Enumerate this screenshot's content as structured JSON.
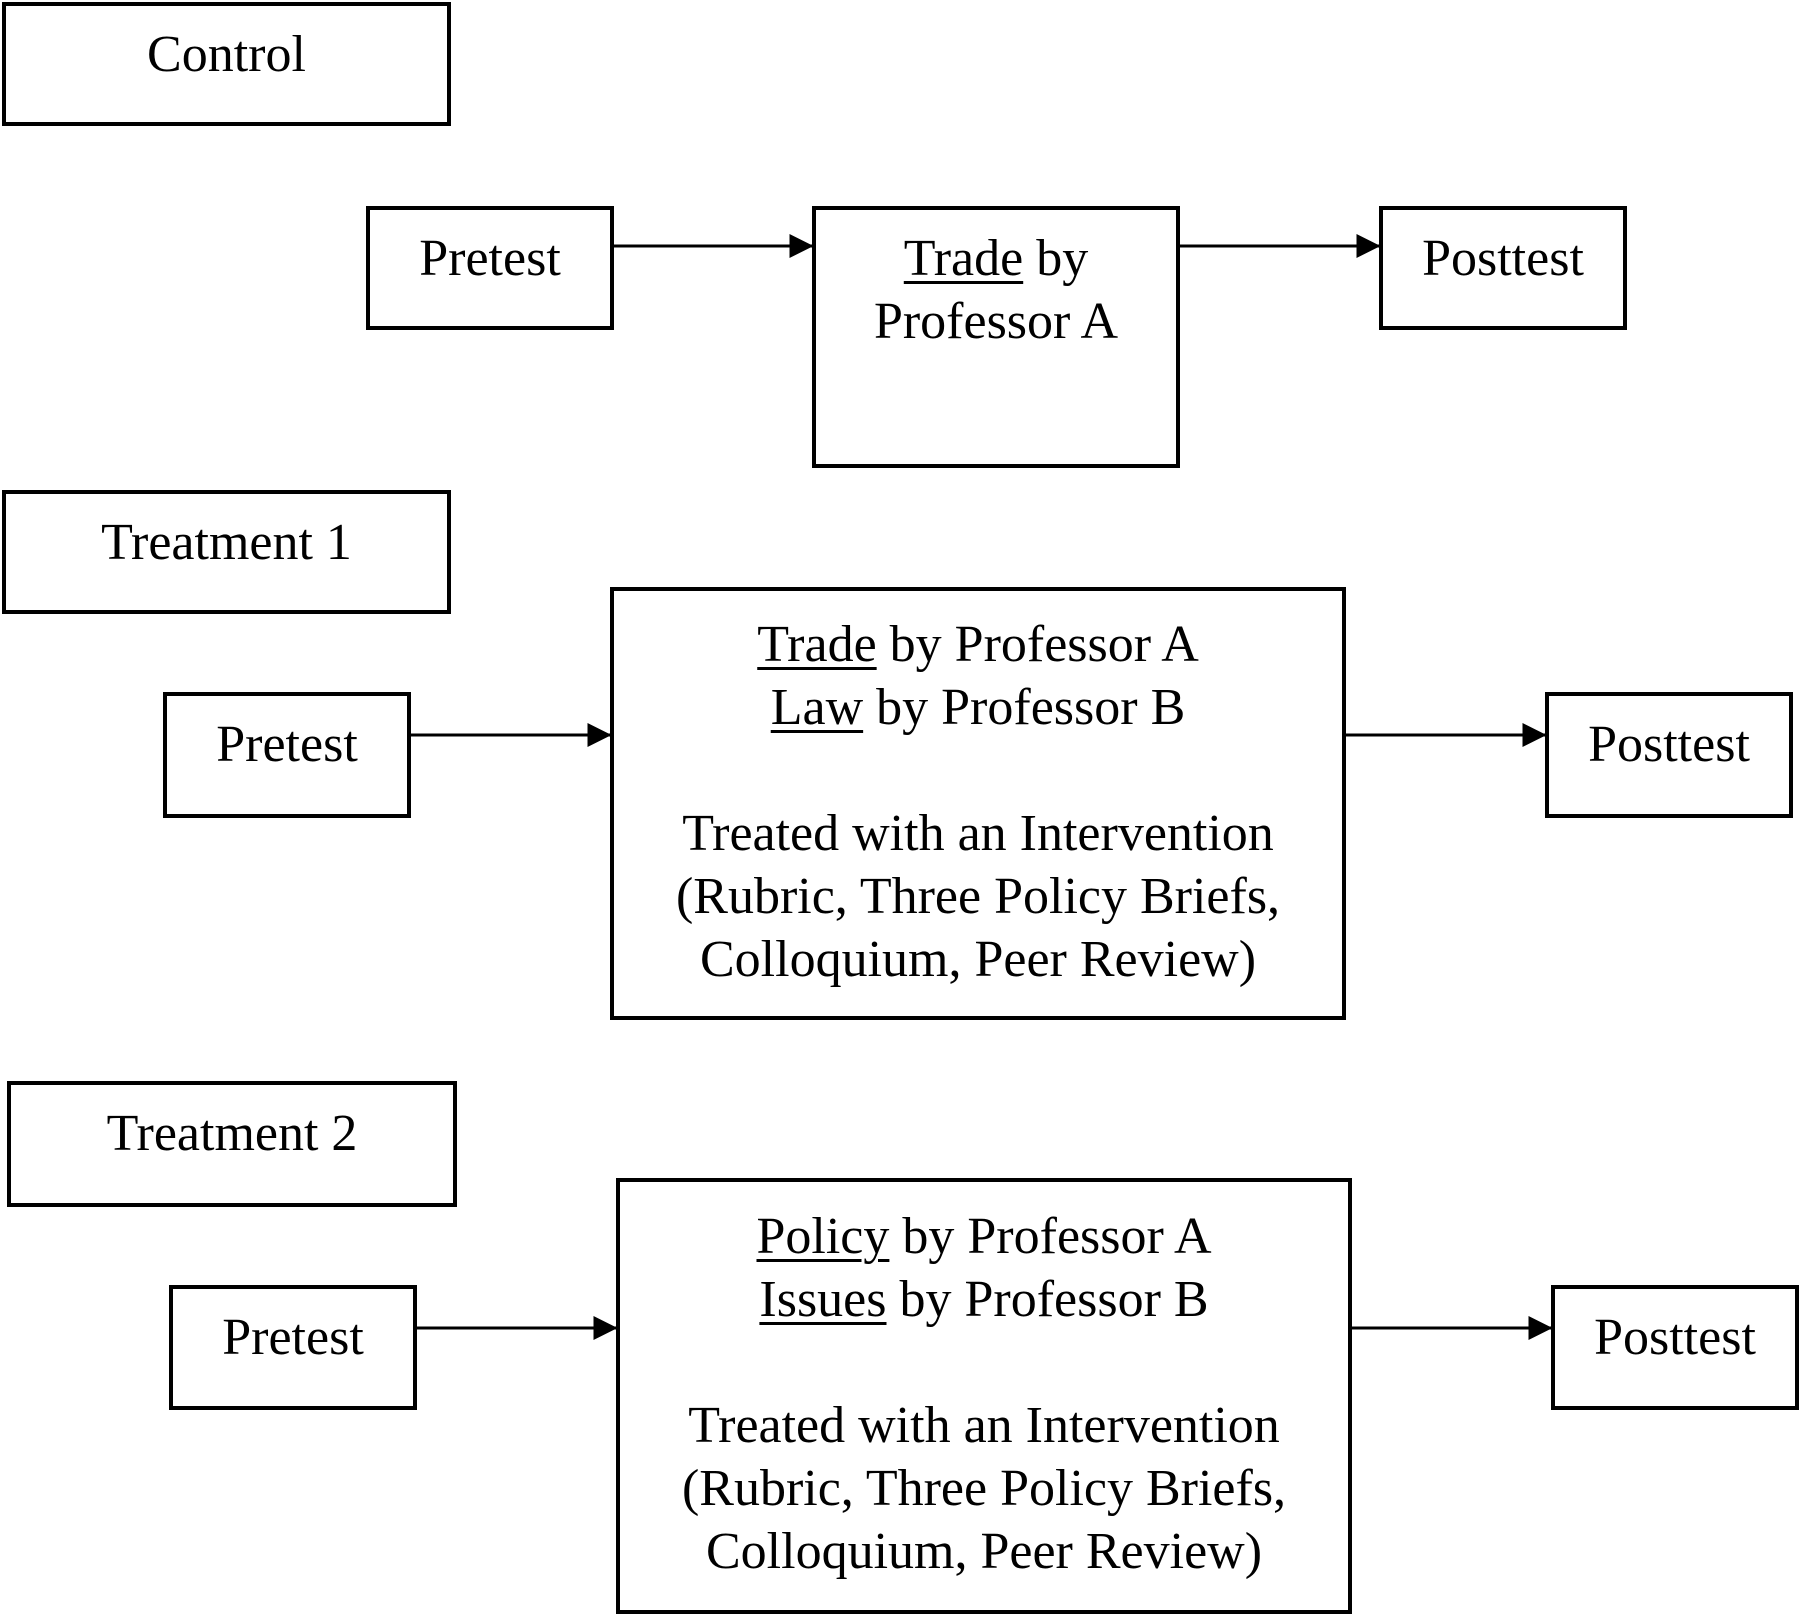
{
  "control": {
    "label": "Control",
    "pretest": "Pretest",
    "course": {
      "line1_underlined": "Trade",
      "line1_rest": " by",
      "line2": "Professor A"
    },
    "posttest": "Posttest"
  },
  "treatment1": {
    "label": "Treatment 1",
    "pretest": "Pretest",
    "course": {
      "line1_underlined": "Trade",
      "line1_rest": " by Professor A",
      "line2_underlined": "Law",
      "line2_rest": " by Professor B",
      "intervention_line1": "Treated with an Intervention",
      "intervention_line2": "(Rubric, Three Policy Briefs,",
      "intervention_line3": "Colloquium, Peer Review)"
    },
    "posttest": "Posttest"
  },
  "treatment2": {
    "label": "Treatment 2",
    "pretest": "Pretest",
    "course": {
      "line1_underlined": "Policy",
      "line1_rest": " by Professor A",
      "line2_underlined": "Issues",
      "line2_rest": " by Professor B",
      "intervention_line1": "Treated with an Intervention",
      "intervention_line2": "(Rubric, Three Policy Briefs,",
      "intervention_line3": "Colloquium, Peer Review)"
    },
    "posttest": "Posttest"
  }
}
